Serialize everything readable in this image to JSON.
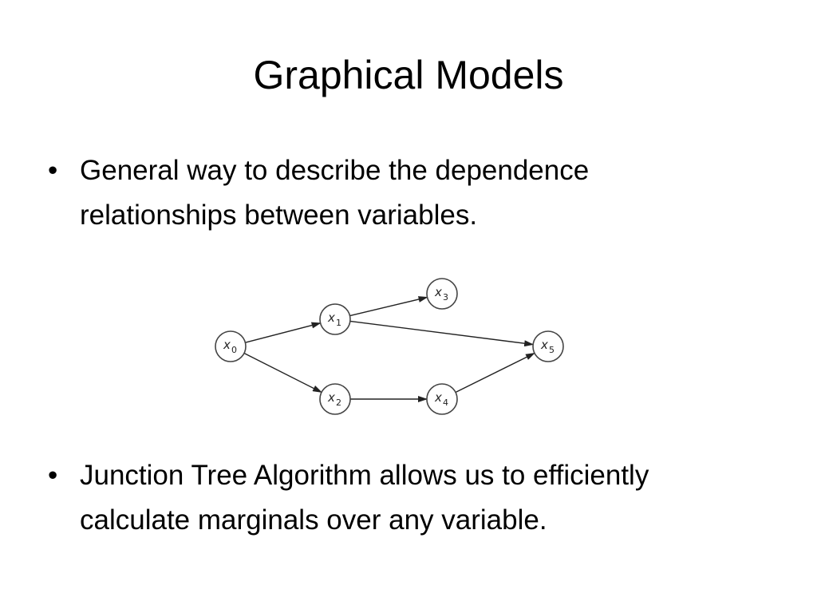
{
  "slide": {
    "title": "Graphical Models",
    "bullets": [
      {
        "marker": "•",
        "lines": [
          "General way to describe the dependence",
          "relationships between variables."
        ]
      },
      {
        "marker": "•",
        "lines": [
          "Junction Tree Algorithm allows us to efficiently",
          "calculate marginals over any variable."
        ]
      }
    ]
  },
  "diagram": {
    "nodes": [
      {
        "id": "x0",
        "base": "x",
        "sub": "0"
      },
      {
        "id": "x1",
        "base": "x",
        "sub": "1"
      },
      {
        "id": "x2",
        "base": "x",
        "sub": "2"
      },
      {
        "id": "x3",
        "base": "x",
        "sub": "3"
      },
      {
        "id": "x4",
        "base": "x",
        "sub": "4"
      },
      {
        "id": "x5",
        "base": "x",
        "sub": "5"
      }
    ],
    "edges": [
      {
        "from": "x0",
        "to": "x1"
      },
      {
        "from": "x0",
        "to": "x2"
      },
      {
        "from": "x1",
        "to": "x3"
      },
      {
        "from": "x1",
        "to": "x5"
      },
      {
        "from": "x2",
        "to": "x4"
      },
      {
        "from": "x4",
        "to": "x5"
      }
    ],
    "colors": {
      "edge": "#222222",
      "node_stroke": "#444444",
      "node_fill": "#ffffff"
    }
  }
}
